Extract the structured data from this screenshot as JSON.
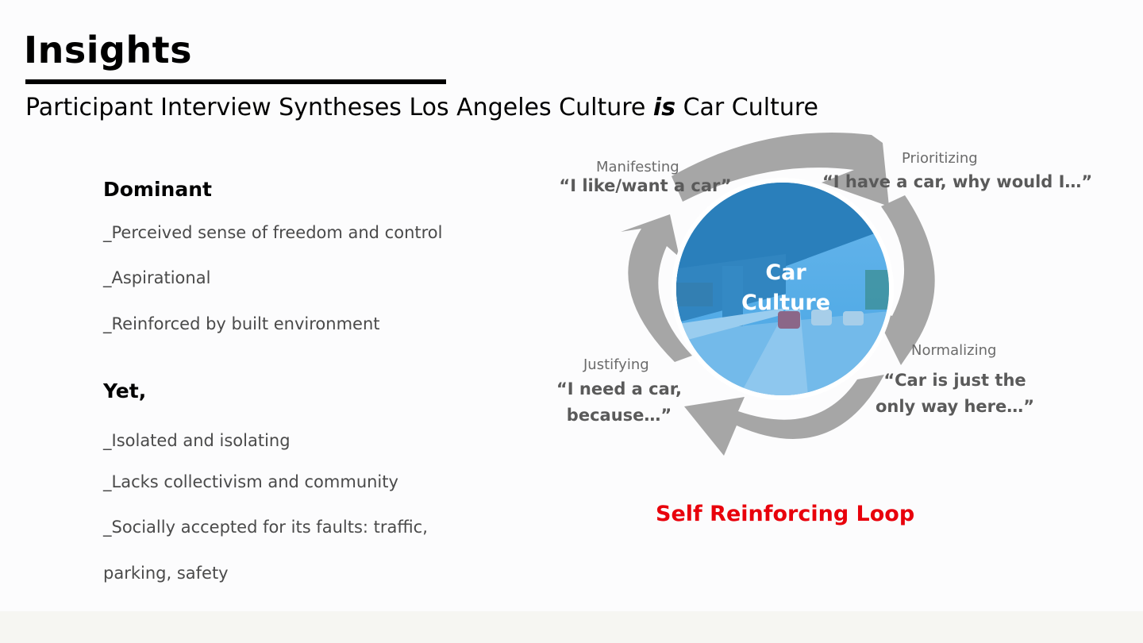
{
  "page": {
    "title": "Insights",
    "subtitle_pre": "Participant Interview Syntheses Los Angeles Culture ",
    "subtitle_em": "is",
    "subtitle_post": " Car Culture"
  },
  "left": {
    "dominant": {
      "heading": "Dominant",
      "items": [
        "_Perceived sense of freedom and control",
        "_Aspirational",
        "_Reinforced by built environment"
      ]
    },
    "yet": {
      "heading": "Yet,",
      "items": [
        "_Isolated and isolating",
        "_Lacks collectivism and community",
        "_Socially accepted for its faults:  traffic,",
        "parking, safety"
      ]
    }
  },
  "diagram": {
    "center_line1": "Car",
    "center_line2": "Culture",
    "stages": [
      {
        "label": "Manifesting",
        "quote_line1": "“I like/want a car”",
        "quote_line2": ""
      },
      {
        "label": "Prioritizing",
        "quote_line1": "“I have a car, why would I…”",
        "quote_line2": ""
      },
      {
        "label": "Normalizing",
        "quote_line1": "“Car is just the",
        "quote_line2": "only way here…”"
      },
      {
        "label": "Justifying",
        "quote_line1": "“I need a car,",
        "quote_line2": "because…”"
      }
    ],
    "caption": "Self Reinforcing Loop"
  },
  "colors": {
    "arrow": "#a6a6a6",
    "photo_tint": "#3f9fe0",
    "caption": "#e8000b"
  }
}
